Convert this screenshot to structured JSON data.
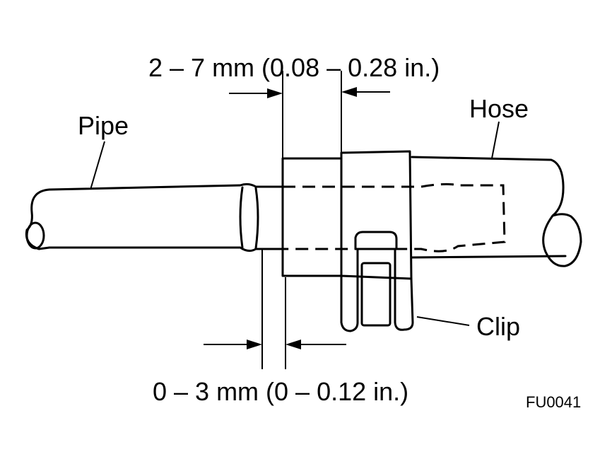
{
  "labels": {
    "top_dimension": "2 – 7 mm (0.08 – 0.28 in.)",
    "bottom_dimension": "0 – 3 mm (0 – 0.12 in.)",
    "pipe": "Pipe",
    "hose": "Hose",
    "clip": "Clip",
    "figure_code": "FU0041"
  }
}
